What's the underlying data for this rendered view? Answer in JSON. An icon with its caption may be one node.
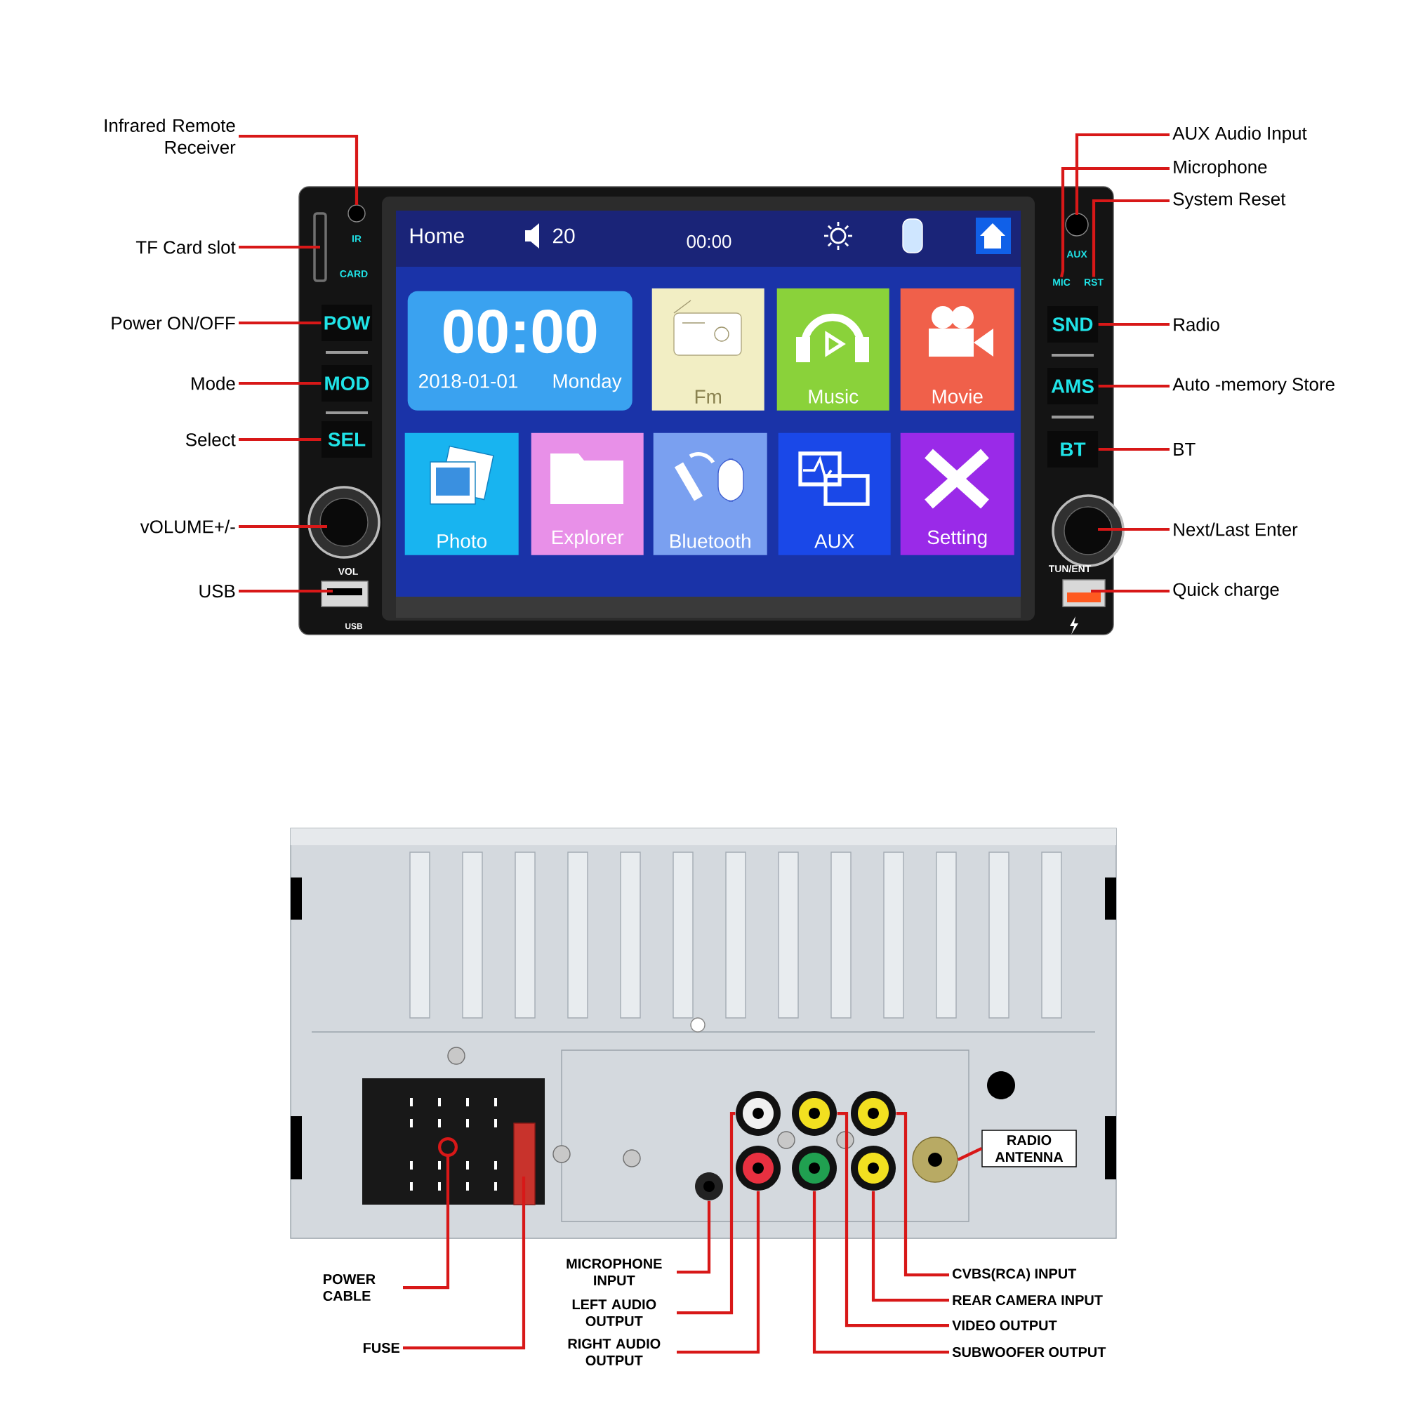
{
  "diagram": {
    "nodes": [
      {
        "text": [
          "Infrared Remote Receiver"
        ]
      },
      {
        "text": [
          "TF Card slot"
        ]
      },
      {
        "text": [
          "Power ON/OFF"
        ]
      },
      {
        "text": [
          "Mode"
        ]
      },
      {
        "text": [
          "Select"
        ]
      },
      {
        "text": [
          "vOLUME+/-"
        ]
      },
      {
        "text": [
          "USB"
        ]
      },
      {
        "text": [
          "AUX Audio Input"
        ]
      },
      {
        "text": [
          "Microphone"
        ]
      },
      {
        "text": [
          "System Reset"
        ]
      },
      {
        "text": [
          "Radio"
        ]
      },
      {
        "text": [
          "Auto -memory Store"
        ]
      },
      {
        "text": [
          "BT"
        ]
      },
      {
        "text": [
          "Next/Last Enter"
        ]
      },
      {
        "text": [
          "Quick charge"
        ]
      },
      {
        "text": [
          "POW"
        ]
      },
      {
        "text": [
          "MOD"
        ]
      },
      {
        "text": [
          "SEL"
        ]
      },
      {
        "text": [
          "SND"
        ]
      },
      {
        "text": [
          "AMS"
        ]
      },
      {
        "text": [
          "BT"
        ]
      },
      {
        "text": [
          "00:00",
          "2018-01-01",
          "Monday"
        ]
      },
      {
        "text": [
          "Fm"
        ]
      },
      {
        "text": [
          "Music"
        ]
      },
      {
        "text": [
          "Movie"
        ]
      },
      {
        "text": [
          "Photo"
        ]
      },
      {
        "text": [
          "Explorer"
        ]
      },
      {
        "text": [
          "Bluetooth"
        ]
      },
      {
        "text": [
          "AUX"
        ]
      },
      {
        "text": [
          "Setting"
        ]
      },
      {
        "text": [
          "RADIO ANTENNA"
        ]
      },
      {
        "text": [
          "POWER CABLE"
        ]
      },
      {
        "text": [
          "FUSE"
        ]
      },
      {
        "text": [
          "MICROPHONE INPUT"
        ]
      },
      {
        "text": [
          "LEFT AUDIO OUTPUT"
        ]
      },
      {
        "text": [
          "RIGHT AUDIO OUTPUT"
        ]
      },
      {
        "text": [
          "CVBS(RCA) INPUT"
        ]
      },
      {
        "text": [
          "REAR CAMERA INPUT"
        ]
      },
      {
        "text": [
          "VIDEO OUTPUT"
        ]
      },
      {
        "text": [
          "SUBWOOFER OUTPUT"
        ]
      },
      {
        "text": [],
        "shape": "circle"
      },
      {
        "text": [],
        "shape": "circle"
      },
      {
        "text": [],
        "shape": "circle"
      },
      {
        "text": [],
        "shape": "circle"
      },
      {
        "text": [],
        "shape": "circle"
      },
      {
        "text": [],
        "shape": "circle"
      },
      {
        "text": [],
        "shape": "circle"
      },
      {
        "text": [
          "MIC"
        ]
      },
      {
        "text": [
          "RST"
        ]
      },
      {
        "text": [],
        "shape": "circle"
      }
    ],
    "edges": [
      {
        "from": 0,
        "to": null,
        "arrow": "none"
      },
      {
        "from": 1,
        "to": null,
        "arrow": "none"
      },
      {
        "from": 2,
        "to": 15,
        "arrow": "none"
      },
      {
        "from": 3,
        "to": 16,
        "arrow": "none"
      },
      {
        "from": 4,
        "to": 17,
        "arrow": "none"
      },
      {
        "from": 5,
        "to": null,
        "arrow": "none"
      },
      {
        "from": 6,
        "to": null,
        "arrow": "none"
      },
      {
        "from": 7,
        "to": null,
        "arrow": "none"
      },
      {
        "from": 8,
        "to": 47,
        "arrow": "none"
      },
      {
        "from": 9,
        "to": 48,
        "arrow": "none"
      },
      {
        "from": 10,
        "to": 18,
        "arrow": "none"
      },
      {
        "from": 11,
        "to": 19,
        "arrow": "none"
      },
      {
        "from": 12,
        "to": 20,
        "arrow": "none"
      },
      {
        "from": 13,
        "to": null,
        "arrow": "none"
      },
      {
        "from": 14,
        "to": null,
        "arrow": "none"
      },
      {
        "from": 30,
        "to": 49,
        "arrow": "none"
      },
      {
        "from": 31,
        "to": null,
        "arrow": "other"
      },
      {
        "from": 32,
        "to": null,
        "arrow": "none"
      },
      {
        "from": 33,
        "to": 46,
        "arrow": "none"
      },
      {
        "from": 34,
        "to": 40,
        "arrow": "none"
      },
      {
        "from": 35,
        "to": 43,
        "arrow": "none"
      },
      {
        "from": 36,
        "to": 42,
        "arrow": "none"
      },
      {
        "from": 37,
        "to": 45,
        "arrow": "none"
      },
      {
        "from": 38,
        "to": 41,
        "arrow": "none"
      },
      {
        "from": 39,
        "to": 44,
        "arrow": "none"
      }
    ],
    "labels": [
      "Home",
      "20",
      "00:00",
      "IR",
      "CARD",
      "VOL",
      "USB",
      "AUX",
      "TUN/ENT"
    ]
  }
}
